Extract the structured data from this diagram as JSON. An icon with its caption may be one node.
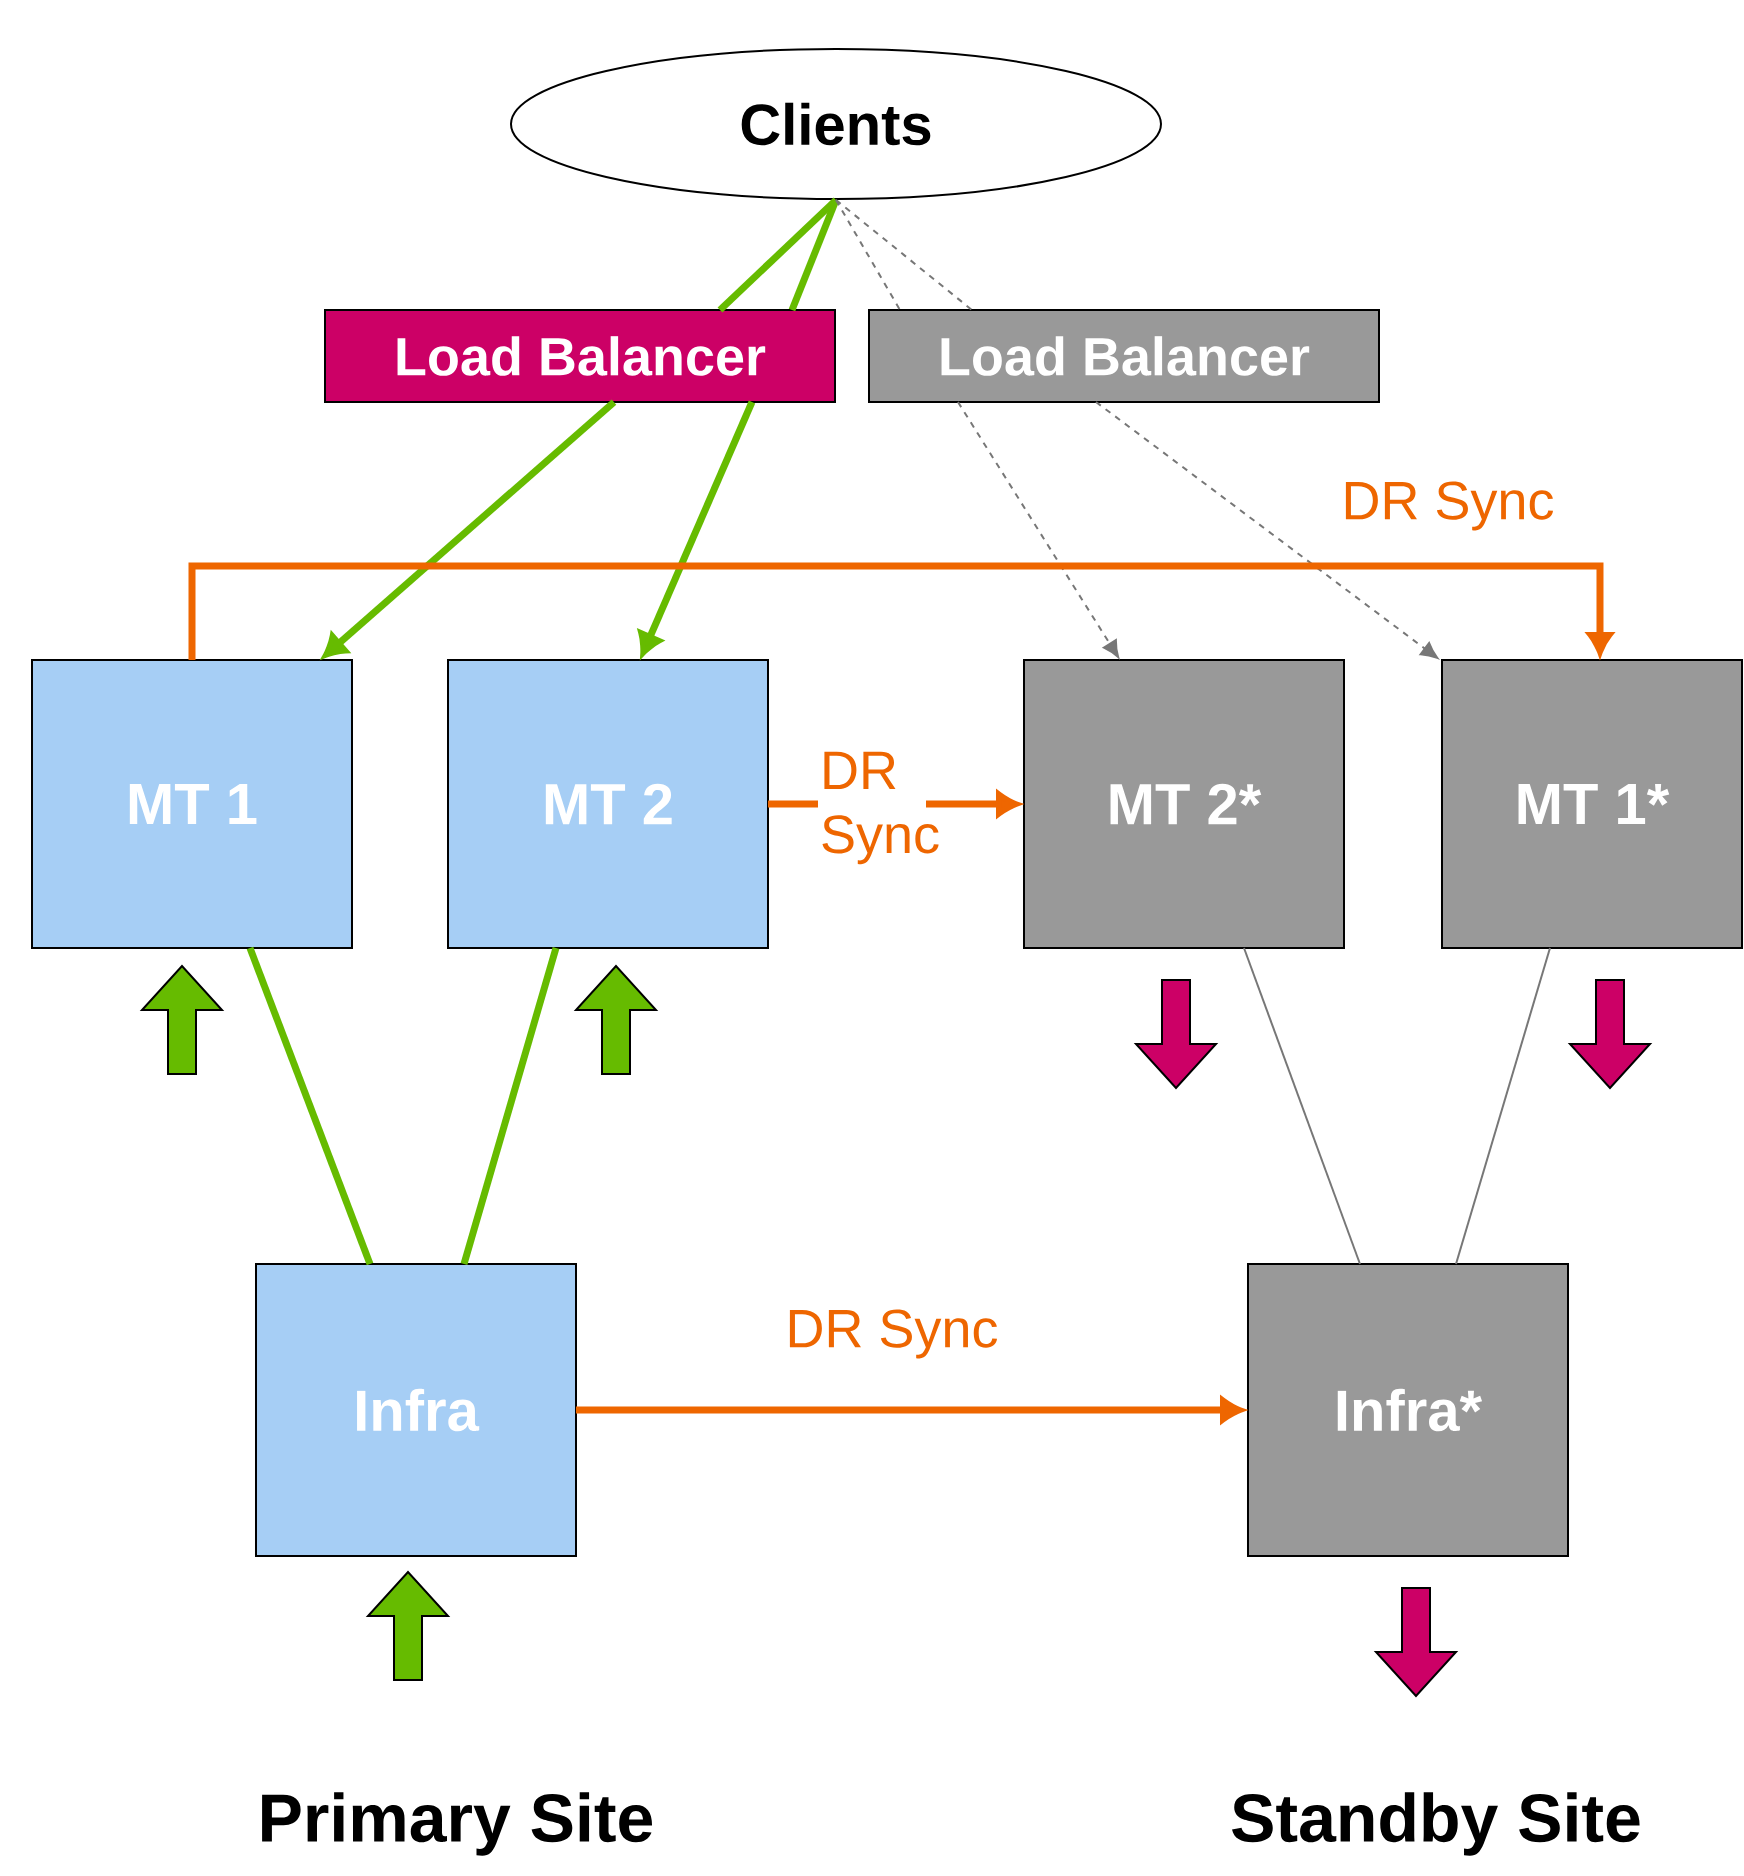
{
  "diagram": {
    "nodes": [
      {
        "text": [
          "Clients"
        ]
      },
      {
        "text": [
          "Load Balancer"
        ]
      },
      {
        "text": [
          "Load Balancer"
        ]
      },
      {
        "text": [
          "MT 1"
        ]
      },
      {
        "text": [
          "MT 2"
        ]
      },
      {
        "text": [
          "MT 2*"
        ]
      },
      {
        "text": [
          "MT 1*"
        ]
      },
      {
        "text": [
          "Infra"
        ]
      },
      {
        "text": [
          "Infra*"
        ]
      }
    ],
    "edges": [
      {
        "from": 0,
        "to": 1,
        "arrow": "none",
        "color": "#66bb00"
      },
      {
        "from": 0,
        "to": 1,
        "arrow": "none",
        "color": "#66bb00"
      },
      {
        "from": 0,
        "to": 2,
        "arrow": "none",
        "style": "dashed",
        "color": "#777777"
      },
      {
        "from": 0,
        "to": 2,
        "arrow": "none",
        "style": "dashed",
        "color": "#777777"
      },
      {
        "from": 1,
        "to": 3,
        "arrow": "to",
        "color": "#66bb00"
      },
      {
        "from": 1,
        "to": 4,
        "arrow": "to",
        "color": "#66bb00"
      },
      {
        "from": 2,
        "to": 5,
        "arrow": "to",
        "style": "dashed",
        "color": "#777777"
      },
      {
        "from": 2,
        "to": 6,
        "arrow": "to",
        "style": "dashed",
        "color": "#777777"
      },
      {
        "from": 3,
        "to": 6,
        "arrow": "to",
        "label": "DR Sync",
        "color": "#ee6600"
      },
      {
        "from": 4,
        "to": 5,
        "arrow": "to",
        "label": "DR Sync",
        "color": "#ee6600"
      },
      {
        "from": 7,
        "to": 8,
        "arrow": "to",
        "label": "DR Sync",
        "color": "#ee6600"
      },
      {
        "from": 3,
        "to": 7,
        "arrow": "none",
        "color": "#66bb00"
      },
      {
        "from": 4,
        "to": 7,
        "arrow": "none",
        "color": "#66bb00"
      },
      {
        "from": 5,
        "to": 8,
        "arrow": "none",
        "color": "#777777"
      },
      {
        "from": 6,
        "to": 8,
        "arrow": "none",
        "color": "#777777"
      }
    ],
    "labels": [
      "Primary Site",
      "Standby Site"
    ]
  }
}
